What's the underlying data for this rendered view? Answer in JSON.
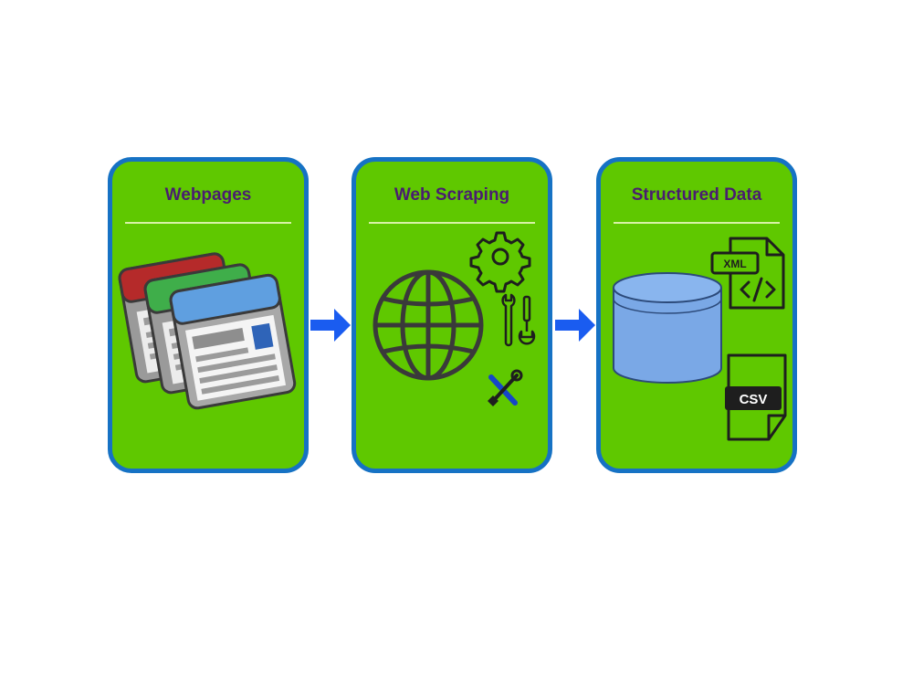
{
  "panels": [
    {
      "title": "Webpages"
    },
    {
      "title": "Web Scraping"
    },
    {
      "title": "Structured Data"
    }
  ],
  "badges": {
    "xml": "XML",
    "csv": "CSV"
  },
  "icons": {
    "webpages": "browser-windows-icon",
    "globe": "globe-icon",
    "gear": "gear-icon",
    "tools": "wrench-screwdriver-icon",
    "database": "database-icon",
    "xml": "xml-file-icon",
    "csv": "csv-file-icon"
  },
  "colors": {
    "panel_fill": "#5fc800",
    "panel_border": "#1672c4",
    "arrow": "#1a5cf0",
    "title_text": "#4a1d70",
    "database_fill": "#7aa8e6"
  }
}
